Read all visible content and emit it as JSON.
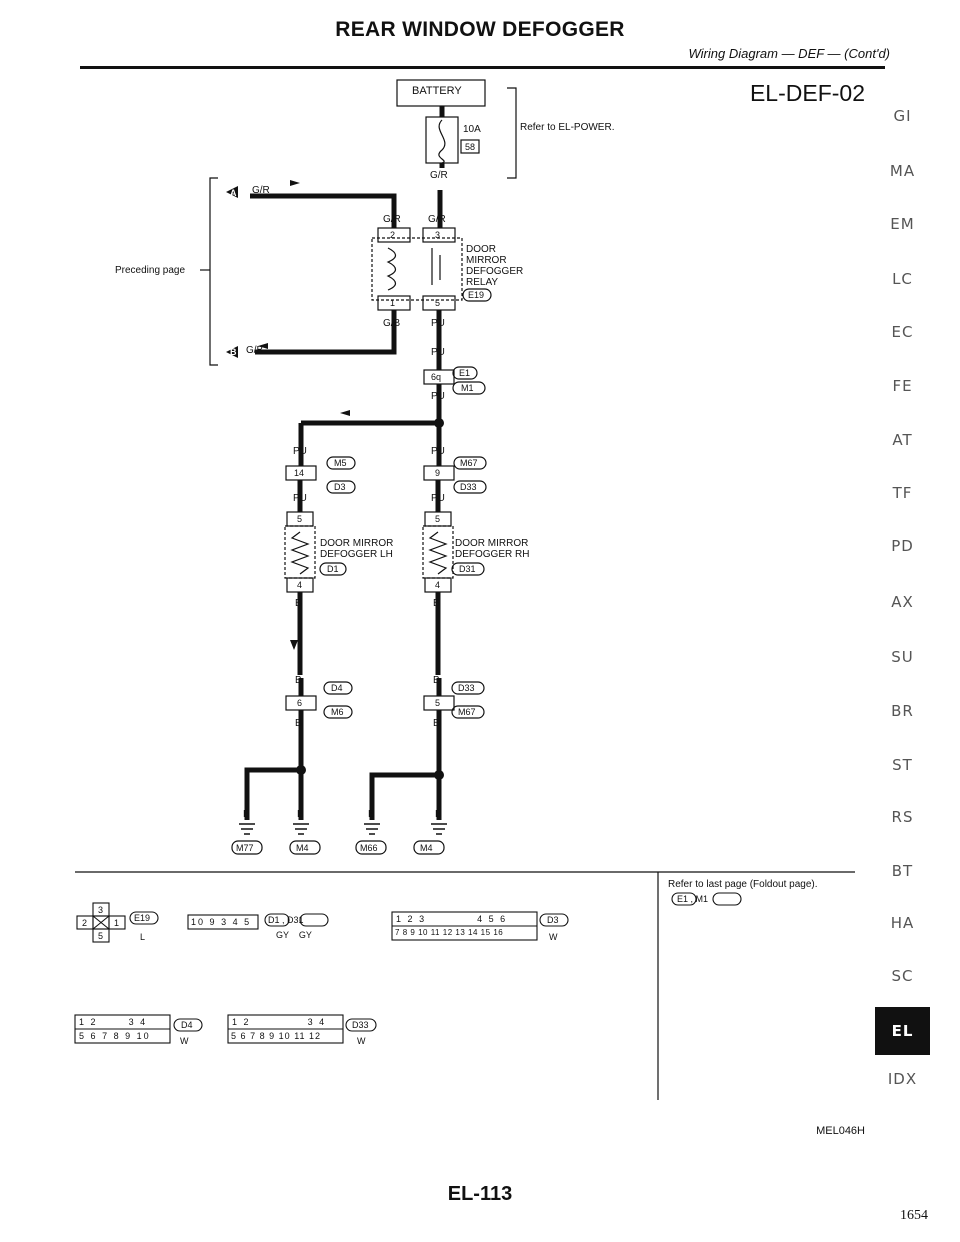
{
  "header": {
    "title": "REAR WINDOW DEFOGGER",
    "subtitle": "Wiring Diagram — DEF — (Cont'd)",
    "diagram_code": "EL-DEF-02"
  },
  "side_tabs": [
    "GI",
    "MA",
    "EM",
    "LC",
    "EC",
    "FE",
    "AT",
    "TF",
    "PD",
    "AX",
    "SU",
    "BR",
    "ST",
    "RS",
    "BT",
    "HA",
    "SC",
    "EL",
    "IDX"
  ],
  "active_tab": "EL",
  "diagram": {
    "battery": "BATTERY",
    "fuse_rating": "10A",
    "fuse_no": "58",
    "refer_power": "Refer to EL-POWER.",
    "preceding_page": "Preceding page",
    "conn_A": "A",
    "conn_B": "B",
    "wire_GR": "G/R",
    "wire_GB": "G/B",
    "wire_PU": "PU",
    "wire_B": "B",
    "relay_lines": [
      "DOOR",
      "MIRROR",
      "DEFOGGER",
      "RELAY"
    ],
    "relay_pins": [
      "2",
      "3",
      "1",
      "5"
    ],
    "relay_conn": "E19",
    "e1_pin": "6q",
    "conn_E1": "E1",
    "conn_M1": "M1",
    "lh_top_pin": "14",
    "conn_M5": "M5",
    "conn_D3": "D3",
    "rh_top_pin": "9",
    "conn_M67": "M67",
    "conn_D33": "D33",
    "lh_lines": [
      "DOOR MIRROR",
      "DEFOGGER LH"
    ],
    "rh_lines": [
      "DOOR MIRROR",
      "DEFOGGER RH"
    ],
    "conn_D1": "D1",
    "conn_D31": "D31",
    "heater_pin_top": "5",
    "heater_pin_bot": "4",
    "lh_bot_pin": "6",
    "conn_D4": "D4",
    "conn_M6": "M6",
    "rh_bot_pin": "5",
    "grounds": [
      "M77",
      "M4",
      "M66",
      "M4"
    ],
    "refer_last": "Refer to last page (Foldout page).",
    "refer_last_conns": "E1 , M1"
  },
  "connector_views": {
    "e19_pins": [
      "3",
      "2",
      "1",
      "5"
    ],
    "e19_name": "E19",
    "e19_color": "L",
    "d1_pins": [
      "10",
      "9",
      "3",
      "4",
      "5"
    ],
    "d1_names": "D1 , D31",
    "d1_colors": "GY    GY",
    "d3_row1": [
      "1",
      "2",
      "3",
      "",
      "4",
      "5",
      "6"
    ],
    "d3_row2": [
      "7",
      "8",
      "9",
      "10",
      "11",
      "12",
      "13",
      "14",
      "15",
      "16"
    ],
    "d3_name": "D3",
    "d3_color": "W",
    "d4_row1": [
      "1",
      "2",
      "",
      "3",
      "4"
    ],
    "d4_row2": [
      "5",
      "6",
      "7",
      "8",
      "9",
      "10"
    ],
    "d4_name": "D4",
    "d4_color": "W",
    "d33_row1": [
      "1",
      "2",
      "",
      "3",
      "4"
    ],
    "d33_row2": [
      "5",
      "6",
      "7",
      "8",
      "9",
      "10",
      "11",
      "12"
    ],
    "d33_name": "D33",
    "d33_color": "W"
  },
  "footer": {
    "figure_id": "MEL046H",
    "page": "EL-113",
    "page_number": "1654"
  }
}
